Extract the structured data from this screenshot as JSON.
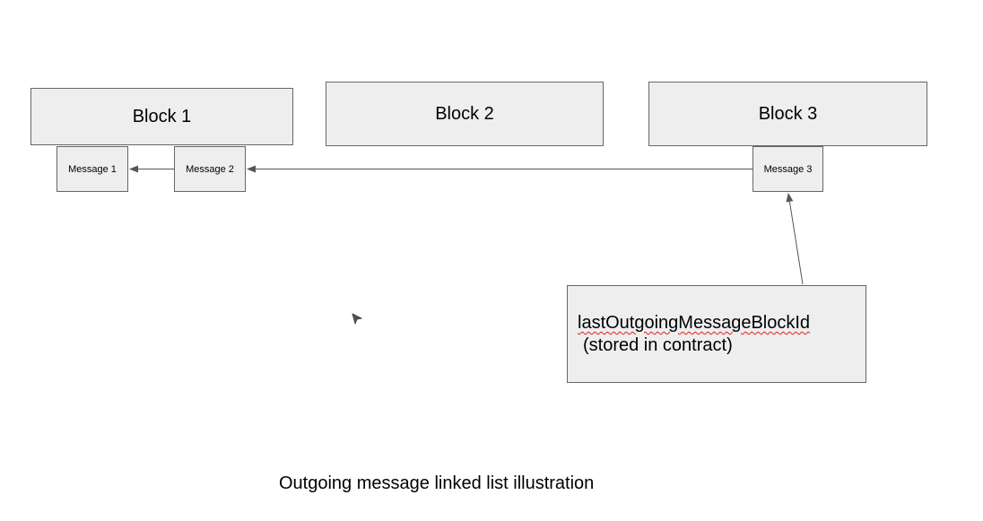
{
  "blocks": [
    {
      "label": "Block 1"
    },
    {
      "label": "Block 2"
    },
    {
      "label": "Block 3"
    }
  ],
  "messages": [
    {
      "label": "Message 1"
    },
    {
      "label": "Message 2"
    },
    {
      "label": "Message 3"
    }
  ],
  "pointer": {
    "line1": "lastOutgoingMessageBlockId",
    "line2": "(stored in contract)"
  },
  "caption": "Outgoing message linked list illustration",
  "colors": {
    "box_fill": "#eeeeee",
    "box_border": "#666666",
    "arrow": "#555555",
    "spellcheck_underline": "#e02020"
  }
}
